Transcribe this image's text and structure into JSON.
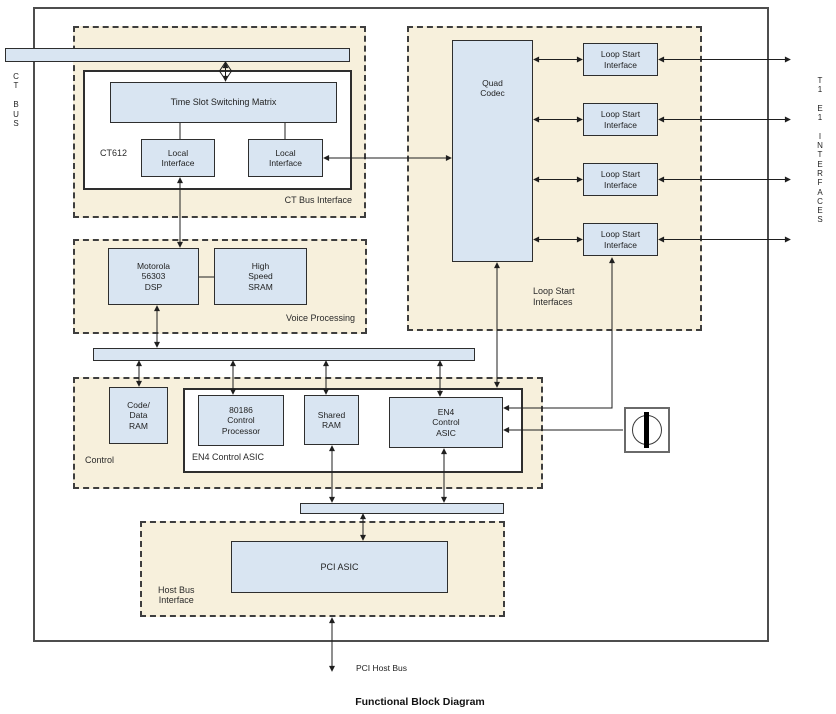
{
  "diagram": {
    "title": "Functional Block Diagram",
    "ct_bus_label": "C\nT\n\nB\nU\nS",
    "t1e1_label": "T\n1\n\nE\n1\n\nI\nN\nT\nE\nR\nF\nA\nC\nE\nS",
    "pci_host_bus_label": "PCI Host Bus"
  },
  "ct_bus_interface": {
    "section_label": "CT Bus Interface",
    "chip_label": "CT612",
    "time_slot_matrix": "Time Slot Switching Matrix",
    "local_interface_left": "Local\nInterface",
    "local_interface_right": "Local\nInterface"
  },
  "voice_processing": {
    "section_label": "Voice Processing",
    "dsp": "Motorola\n56303\nDSP",
    "sram": "High\nSpeed\nSRAM"
  },
  "control": {
    "section_label": "Control",
    "asic_outline_label": "EN4 Control ASIC",
    "code_data_ram": "Code/\nData\nRAM",
    "processor": "80186\nControl\nProcessor",
    "shared_ram": "Shared\nRAM",
    "en4_asic": "EN4\nControl\nASIC"
  },
  "loop_start": {
    "section_label": "Loop Start\nInterfaces",
    "quad_codec": "Quad\nCodec",
    "interfaces": [
      "Loop Start\nInterface",
      "Loop Start\nInterface",
      "Loop Start\nInterface",
      "Loop Start\nInterface"
    ]
  },
  "host_bus": {
    "section_label": "Host Bus\nInterface",
    "pci_asic": "PCI ASIC"
  },
  "colors": {
    "block_fill": "#d9e5f2",
    "section_fill": "#f7f0dc",
    "line": "#1f1f1f",
    "outer_border": "#4d4d4d"
  }
}
